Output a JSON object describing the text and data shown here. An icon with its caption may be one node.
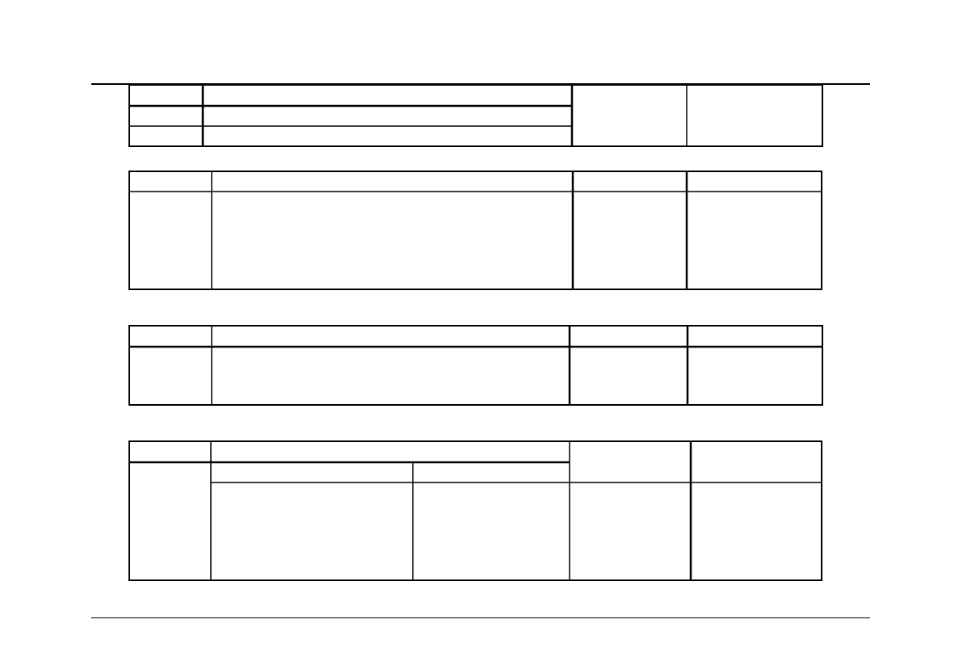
{
  "diagram": {
    "nodes": [
      {
        "text": [],
        "shape": "table"
      },
      {
        "text": [],
        "shape": "table"
      },
      {
        "text": [],
        "shape": "table"
      },
      {
        "text": [],
        "shape": "table"
      }
    ]
  }
}
